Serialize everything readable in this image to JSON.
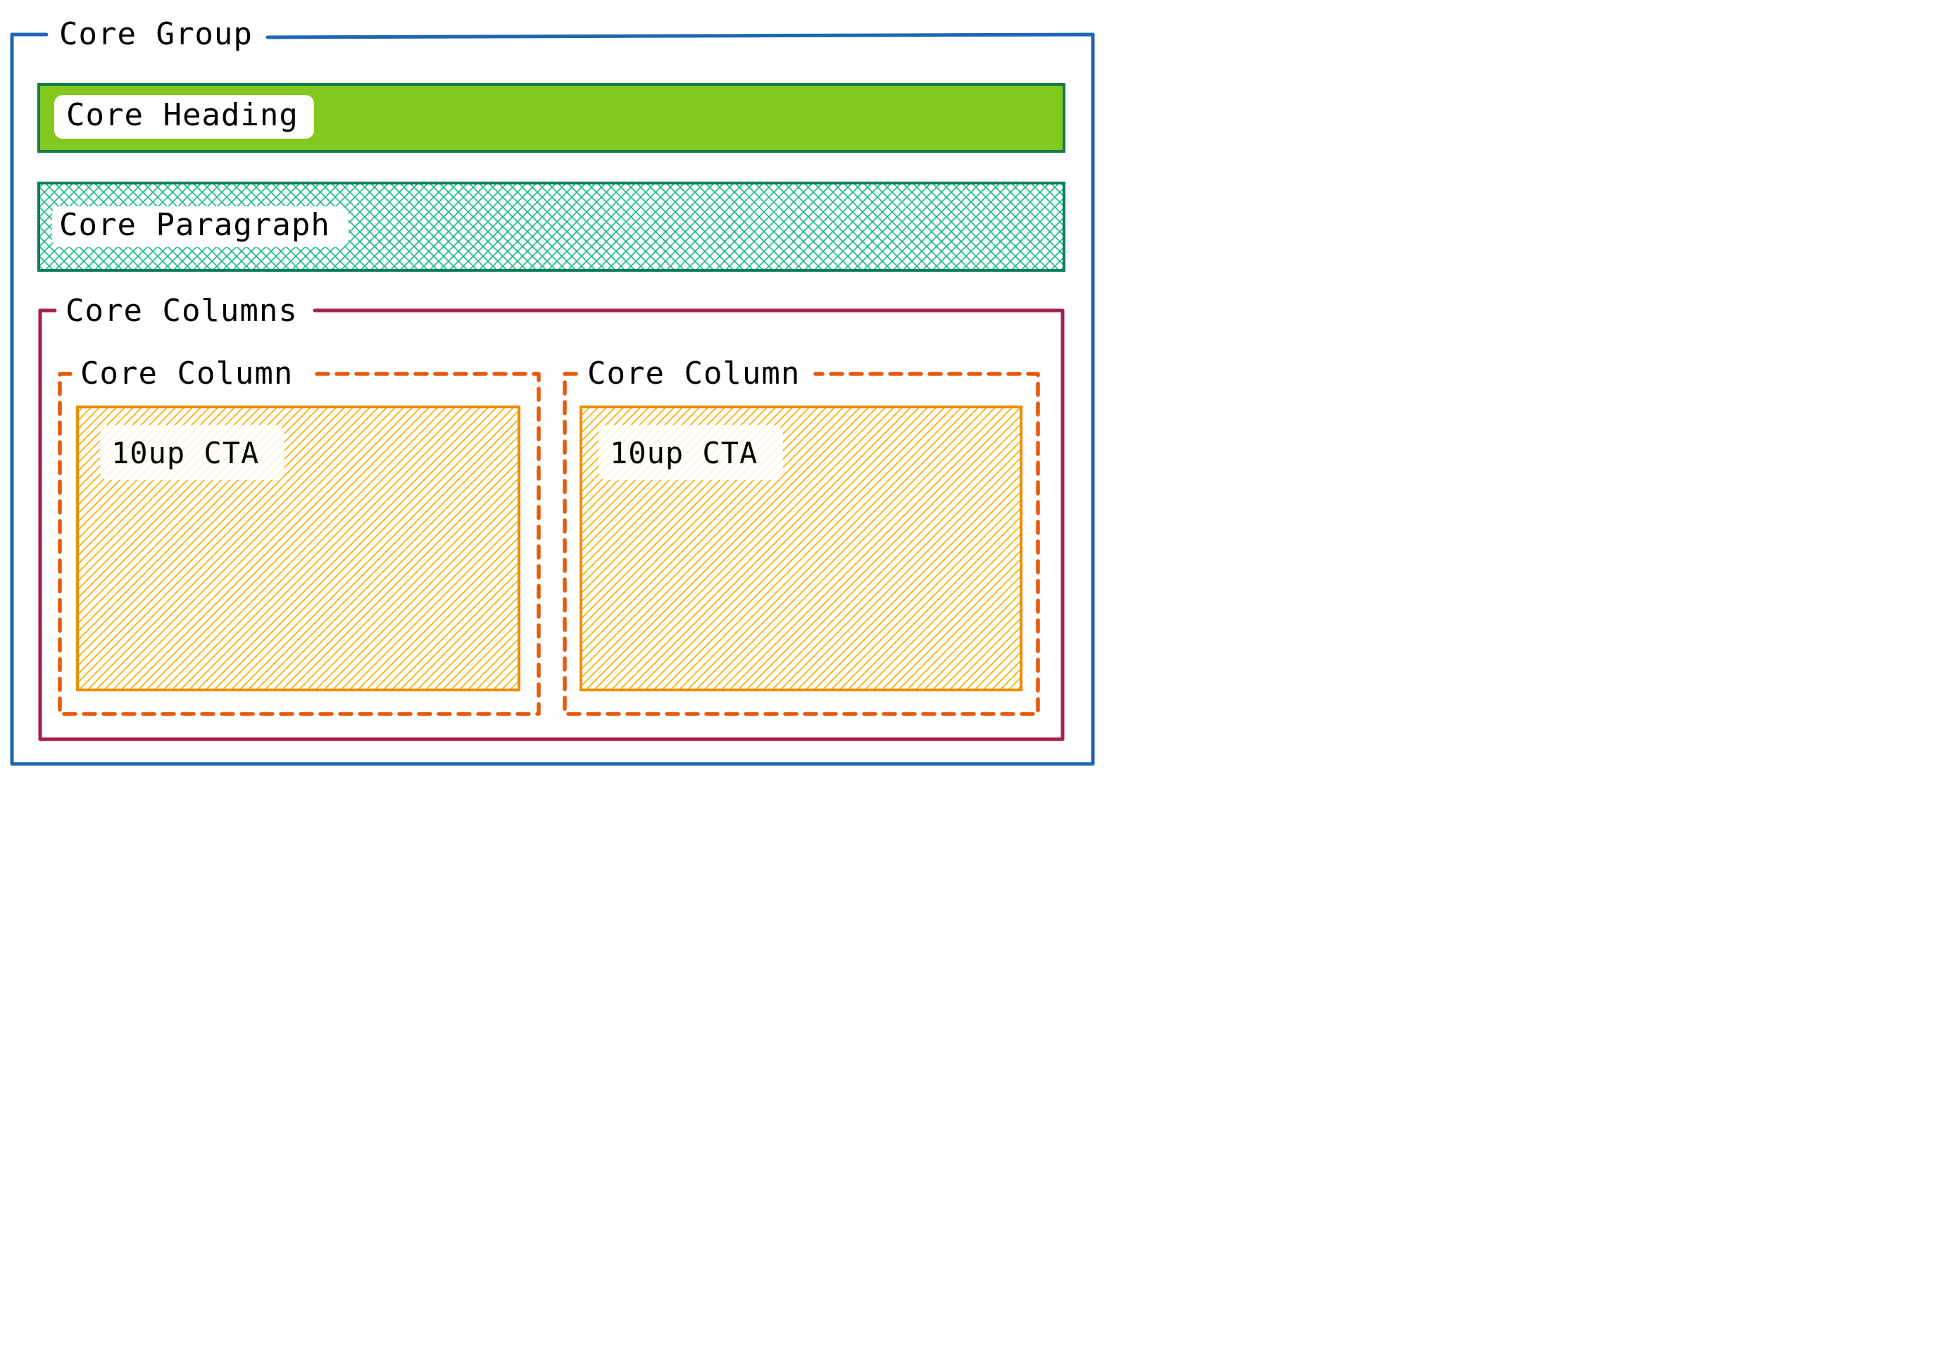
{
  "blocks": {
    "group": {
      "label": "Core Group"
    },
    "heading": {
      "label": "Core Heading"
    },
    "paragraph": {
      "label": "Core Paragraph"
    },
    "columns": {
      "label": "Core Columns"
    },
    "column_left": {
      "label": "Core Column",
      "cta": {
        "label": "10up CTA"
      }
    },
    "column_right": {
      "label": "Core Column",
      "cta": {
        "label": "10up CTA"
      }
    }
  },
  "colors": {
    "group_border": "#1e66b0",
    "heading_fill": "#82c91e",
    "heading_border": "#18794e",
    "paragraph_hatch": "#12b886",
    "paragraph_border": "#087f5b",
    "columns_border": "#a61e4d",
    "column_border": "#e8590c",
    "cta_hatch": "#fab005",
    "cta_border": "#f08c00"
  }
}
